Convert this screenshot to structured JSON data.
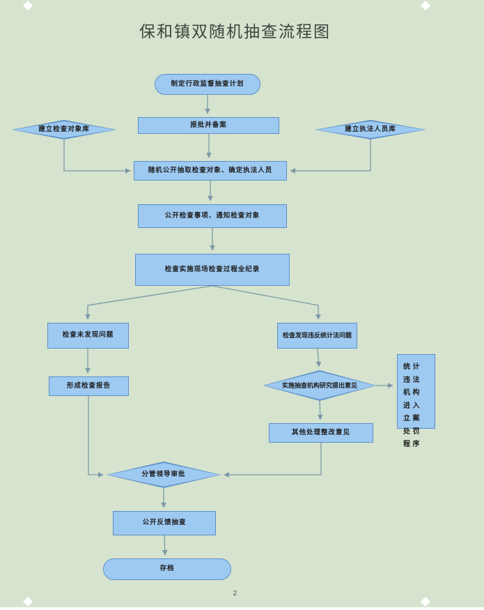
{
  "document": {
    "title": "保和镇双随机抽查流程图",
    "page_number": "2"
  },
  "colors": {
    "page_background": "#d6e3ce",
    "node_fill": "#9ecaf2",
    "node_border": "#5b8fc9",
    "connector": "#7b99a6"
  },
  "flowchart": {
    "plan": "制定行政监督抽查计划",
    "report_and_filing": "报批并备案",
    "inspection_object_db": "建立检查对象库",
    "law_enforcer_db": "建立执法人员库",
    "random_selection": "随机公开抽取检查对象、确定执法人员",
    "publicize_notify": "公开检查事项、通知检查对象",
    "implementation_record": "检查实施现场检查过程全纪录",
    "no_problem_found": "检查未发现问题",
    "problem_found": "检查发现违反统计法问题",
    "form_report": "形成检查报告",
    "agency_opinion": "实施抽查机构研究提出意见",
    "case_punishment": "统计违法机构进入立案处罚程序",
    "other_rectification": "其他处理整改意见",
    "leader_approval": "分管领导审批",
    "public_feedback": "公开反馈抽查",
    "archive": "存档"
  }
}
